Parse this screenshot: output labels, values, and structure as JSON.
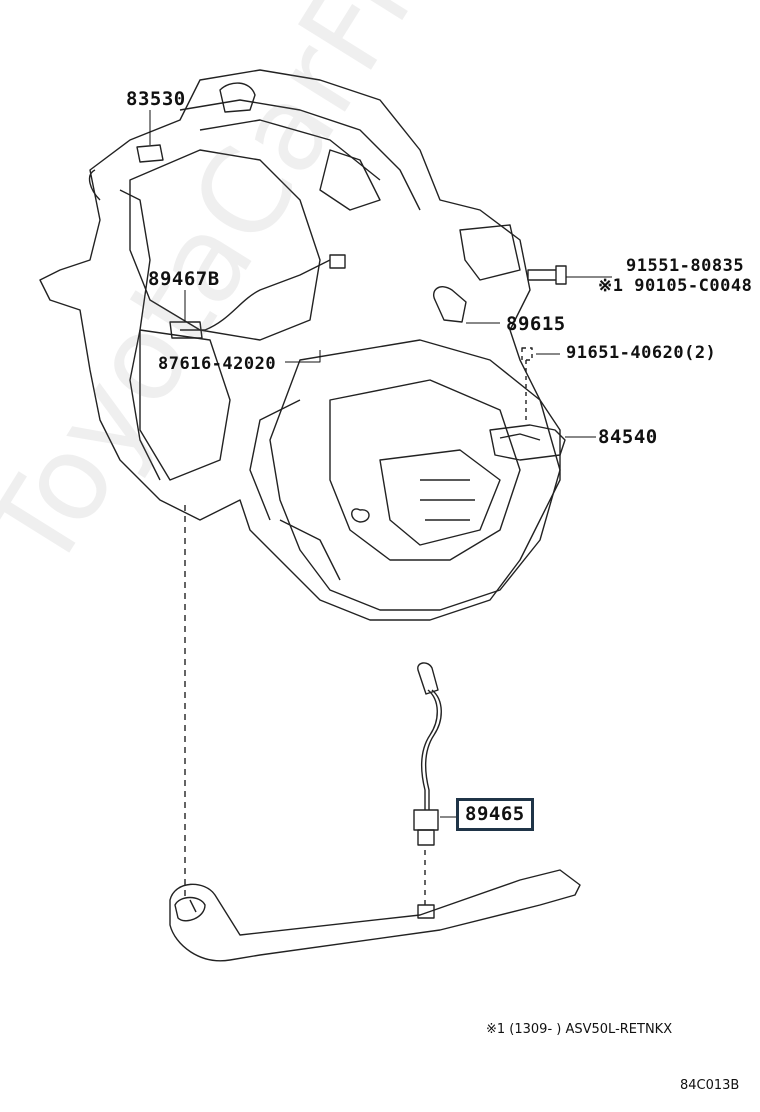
{
  "parts": {
    "p83530": "83530",
    "p89467B": "89467B",
    "p87616": "87616-42020",
    "p91551": "91551-80835",
    "p90105": "※1 90105-C0048",
    "p89615": "89615",
    "p91651": "91651-40620(2)",
    "p84540": "84540",
    "p89465": "89465"
  },
  "footnote": "※1 (1309-      ) ASV50L-RETNKX",
  "figure_code": "84C013B",
  "watermark": "ToyotaCarFile.ru"
}
